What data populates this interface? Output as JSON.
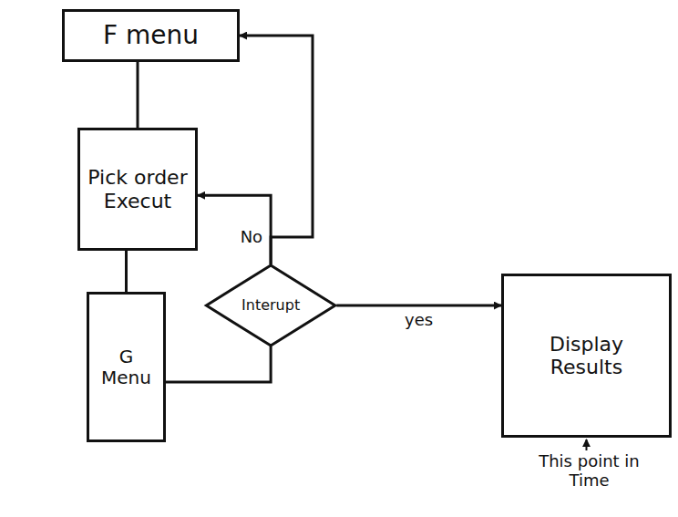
{
  "diagram": {
    "nodes": [
      {
        "text": [
          "F menu"
        ]
      },
      {
        "text": [
          "Pick order Execut"
        ]
      },
      {
        "text": [
          "G Menu"
        ]
      },
      {
        "text": [
          "Interupt"
        ]
      },
      {
        "text": [
          "Display Results"
        ]
      }
    ],
    "edges": [
      {
        "from": 0,
        "to": 1,
        "arrow": "none"
      },
      {
        "from": 1,
        "to": 2,
        "arrow": "none"
      },
      {
        "from": 2,
        "to": 3,
        "arrow": "none"
      },
      {
        "from": 3,
        "to": 4,
        "arrow": "to",
        "label": "yes"
      },
      {
        "from": 3,
        "to": 1,
        "arrow": "to",
        "label": "No"
      },
      {
        "from": 3,
        "to": 0,
        "arrow": "to"
      }
    ],
    "labels": [
      "This point in Time"
    ]
  }
}
